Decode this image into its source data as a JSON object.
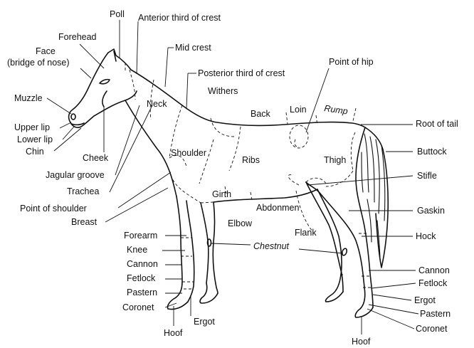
{
  "labels": {
    "poll": "Poll",
    "anterior_crest": "Anterior third of crest",
    "forehead": "Forehead",
    "mid_crest": "Mid crest",
    "face": "Face",
    "face_sub": "(bridge of nose)",
    "posterior_crest": "Posterior third of crest",
    "point_of_hip": "Point of hip",
    "withers": "Withers",
    "muzzle": "Muzzle",
    "neck": "Neck",
    "back": "Back",
    "loin": "Loin",
    "rump": "Rump",
    "root_of_tail": "Root of tail",
    "upper_lip": "Upper lip",
    "lower_lip": "Lower lip",
    "chin": "Chin",
    "cheek": "Cheek",
    "buttock": "Buttock",
    "shoulder": "Shoulder",
    "ribs": "Ribs",
    "thigh": "Thigh",
    "jagular_groove": "Jagular groove",
    "stifle": "Stifle",
    "trachea": "Trachea",
    "girth": "Girth",
    "point_of_shoulder": "Point of shoulder",
    "abdonmen": "Abdonmen",
    "gaskin": "Gaskin",
    "breast": "Breast",
    "elbow": "Elbow",
    "flank": "Flank",
    "forearm": "Forearm",
    "hock": "Hock",
    "knee": "Knee",
    "chestnut": "Chestnut",
    "cannon_front": "Cannon",
    "cannon_hind": "Cannon",
    "fetlock_front": "Fetlock",
    "fetlock_hind": "Fetlock",
    "pastern_front": "Pastern",
    "ergot_hind": "Ergot",
    "coronet_front": "Coronet",
    "pastern_hind": "Pastern",
    "ergot_front": "Ergot",
    "coronet_hind": "Coronet",
    "hoof_front": "Hoof",
    "hoof_hind": "Hoof"
  }
}
